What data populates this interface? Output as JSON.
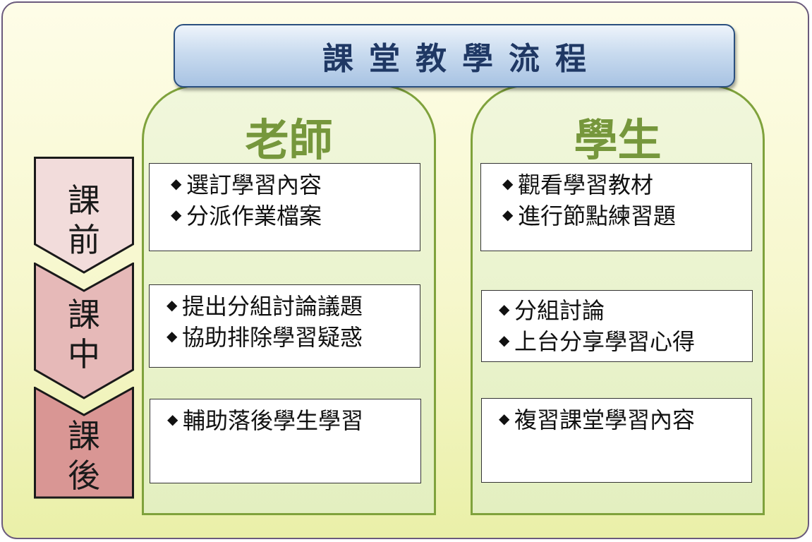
{
  "title": "課堂教學流程",
  "columns": {
    "teacher": {
      "title": "老師",
      "groups": [
        [
          "選訂學習內容",
          "分派作業檔案"
        ],
        [
          "提出分組討論議題",
          "協助排除學習疑惑"
        ],
        [
          "輔助落後學生學習"
        ]
      ]
    },
    "student": {
      "title": "學生",
      "groups": [
        [
          "觀看學習教材",
          "進行節點練習題"
        ],
        [
          "分組討論",
          "上台分享學習心得"
        ],
        [
          "複習課堂學習內容"
        ]
      ]
    }
  },
  "bullet": "◆",
  "stages": [
    {
      "line1": "課",
      "line2": "前",
      "color": "#f2dcdb"
    },
    {
      "line1": "課",
      "line2": "中",
      "color": "#e6b9b8"
    },
    {
      "line1": "課",
      "line2": "後",
      "color": "#d99694"
    }
  ],
  "colors": {
    "title_text": "#1f3864",
    "column_title": "#76973c",
    "column_border": "#7fa23c",
    "frame_border": "#6a5a7c"
  }
}
